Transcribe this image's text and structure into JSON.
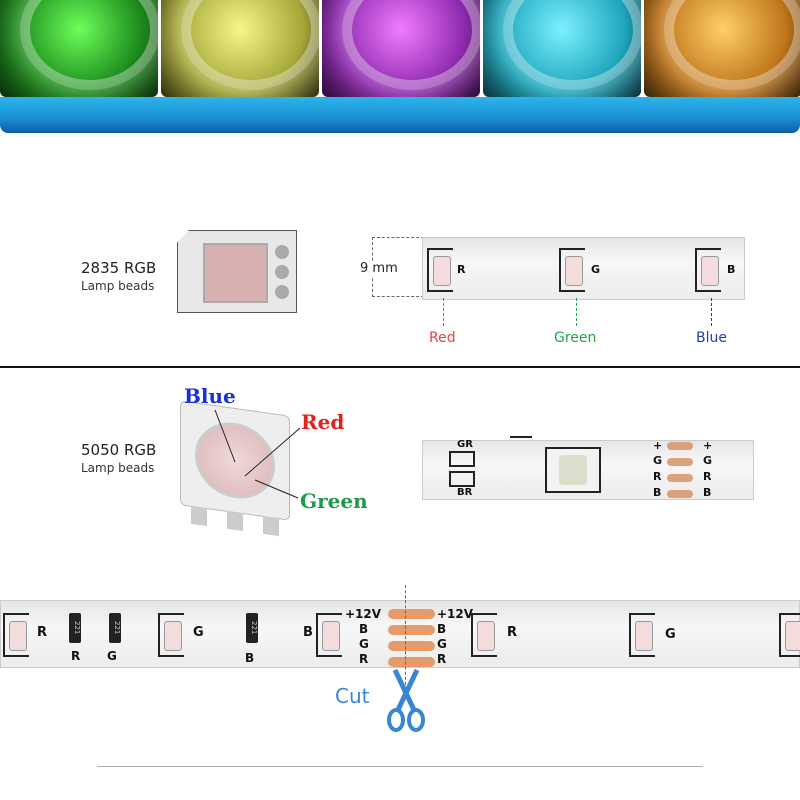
{
  "colors": {
    "green": "#3ccf3a",
    "yellow": "#d9db4a",
    "purple": "#b53ad6",
    "cyan": "#2cc3d6",
    "orange": "#e0901e",
    "red": "#e8443a",
    "green_label": "#21a54a",
    "blue_label": "#1f3fa8",
    "cut": "#3a86d4"
  },
  "section_2835": {
    "title": "2835 RGB",
    "subtitle": "Lamp beads",
    "width_label": "9 mm",
    "labels": [
      "Red",
      "Green",
      "Blue"
    ],
    "pin_labels": [
      "R",
      "G",
      "B"
    ]
  },
  "section_5050": {
    "title": "5050 RGB",
    "subtitle": "Lamp beads",
    "chip_labels": {
      "blue": "Blue",
      "red": "Red",
      "green": "Green"
    },
    "strip_top": "GR",
    "strip_bottom": "BR",
    "pad_labels": [
      "+",
      "G",
      "R",
      "B"
    ]
  },
  "bottom_strip": {
    "led_labels": [
      "R",
      "G",
      "B",
      "R",
      "G"
    ],
    "resistor_labels": [
      "R",
      "G",
      "B"
    ],
    "resistor_code": "221",
    "pad_labels": [
      "+12V",
      "B",
      "G",
      "R"
    ],
    "cut_label": "Cut"
  }
}
